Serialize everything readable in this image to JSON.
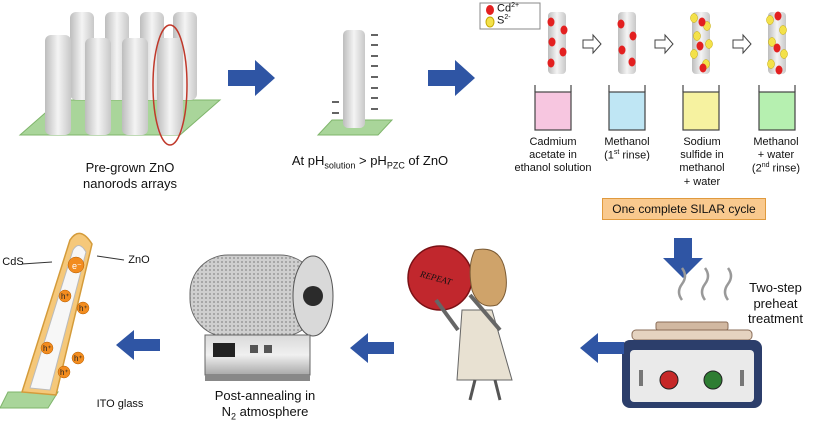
{
  "labels": {
    "nanorods_line1": "Pre-grown ZnO",
    "nanorods_line2": "nanorods arrays",
    "ph_prefix": "At pH",
    "ph_sub1": "solution",
    "ph_mid": " > pH",
    "ph_sub2": "PZC",
    "ph_suffix": " of ZnO",
    "legend_cd": "Cd",
    "legend_cd_sup": "2+",
    "legend_s": "S",
    "legend_s_sup": "2-",
    "beaker1_l1": "Cadmium",
    "beaker1_l2": "acetate in",
    "beaker1_l3": "ethanol solution",
    "beaker2_l1": "Methanol",
    "beaker2_l2a": "(1",
    "beaker2_l2sup": "st",
    "beaker2_l2b": " rinse)",
    "beaker3_l1": "Sodium",
    "beaker3_l2": "sulfide in",
    "beaker3_l3": "methanol",
    "beaker3_l4": "+ water",
    "beaker4_l1": "Methanol",
    "beaker4_l2": "+ water",
    "beaker4_l3a": "(2",
    "beaker4_l3sup": "nd",
    "beaker4_l3b": " rinse)",
    "cycle": "One complete SILAR cycle",
    "preheat_l1": "Two-step",
    "preheat_l2": "preheat",
    "preheat_l3": "treatment",
    "repeat": "REPEAT",
    "anneal_l1": "Post-annealing in",
    "anneal_l2a": "N",
    "anneal_l2sub": "2",
    "anneal_l2b": " atmosphere",
    "cds": "CdS",
    "zno": "ZnO",
    "electron": "e⁻",
    "hole": "h⁺",
    "ito": "ITO glass"
  },
  "colors": {
    "arrow": "#2f55a4",
    "beaker_pink": "#f7c6e0",
    "beaker_blue": "#bfe6f4",
    "beaker_yellow": "#f6f2a0",
    "beaker_green": "#b6f0b0",
    "cd_ion": "#e32020",
    "s_ion": "#f3e14a",
    "substrate": "#a9d59a",
    "cds_shell": "#f5c87a"
  }
}
